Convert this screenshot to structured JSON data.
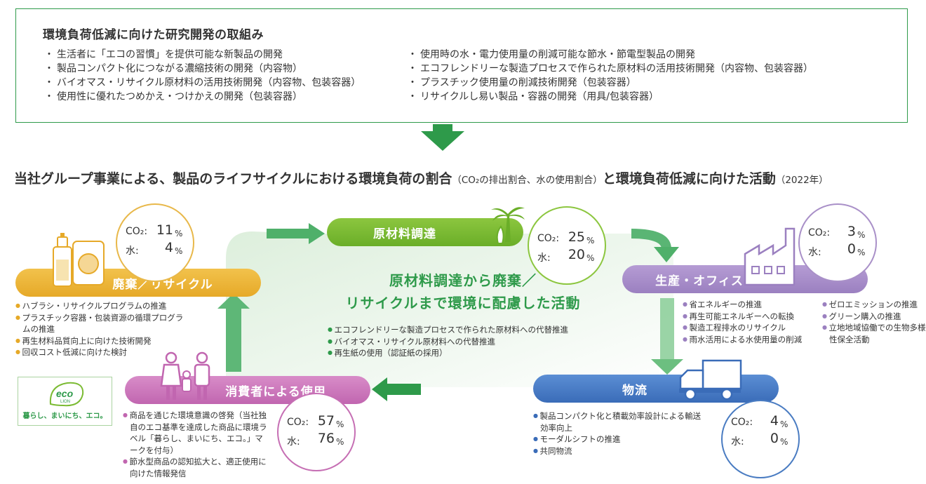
{
  "top_box": {
    "title": "環境負荷低減に向けた研究開発の取組み",
    "left_items": [
      "生活者に「エコの習慣」を提供可能な新製品の開発",
      "製品コンパクト化につながる濃縮技術の開発（内容物）",
      "バイオマス・リサイクル原材料の活用技術開発（内容物、包装容器）",
      "使用性に優れたつめかえ・つけかえの開発（包装容器）"
    ],
    "right_items": [
      "使用時の水・電力使用量の削減可能な節水・節電型製品の開発",
      "エコフレンドリーな製造プロセスで作られた原材料の活用技術開発（内容物、包装容器）",
      "プラスチック使用量の削減技術開発（包装容器）",
      "リサイクルし易い製品・容器の開発（用具/包装容器）"
    ]
  },
  "headline": {
    "main": "当社グループ事業による、製品のライフサイクルにおける環境負荷の割合",
    "sub": "（CO₂の排出割合、水の使用割合）",
    "main2": "と環境負荷低減に向けた活動",
    "year": "（2022年）"
  },
  "labels": {
    "co2": "CO₂:",
    "water": "水:",
    "pct": "%"
  },
  "stages": {
    "raw": {
      "name": "原材料調達",
      "co2": "25",
      "water": "20"
    },
    "production": {
      "name": "生産・オフィス",
      "co2": "3",
      "water": "0",
      "items1": [
        "省エネルギーの推進",
        "再生可能エネルギーへの転換",
        "製造工程排水のリサイクル",
        "雨水活用による水使用量の削減"
      ],
      "items2": [
        "ゼロエミッションの推進",
        "グリーン購入の推進",
        "立地地域協働での生物多様性保全活動"
      ]
    },
    "logistics": {
      "name": "物流",
      "co2": "4",
      "water": "0",
      "items": [
        "製品コンパクト化と積載効率設計による輸送効率向上",
        "モーダルシフトの推進",
        "共同物流"
      ]
    },
    "consumer": {
      "name": "消費者による使用",
      "co2": "57",
      "water": "76",
      "items": [
        "商品を通じた環境意識の啓発（当社独自のエコ基準を達成した商品に環境ラベル「暮らし、まいにち、エコ。」マークを付与）",
        "節水型商品の認知拡大と、適正使用に向けた情報発信"
      ]
    },
    "disposal": {
      "name": "廃棄／リサイクル",
      "co2": "11",
      "water": "4",
      "items": [
        "ハブラシ・リサイクルプログラムの推進",
        "プラスチック容器・包装資源の循環プログラムの推進",
        "再生材料品質向上に向けた技術開発",
        "回収コスト低減に向けた検討"
      ]
    }
  },
  "center": {
    "title_line1": "原材料調達から廃棄／",
    "title_line2": "リサイクルまで環境に配慮した活動",
    "items": [
      "エコフレンドリーな製造プロセスで作られた原材料への代替推進",
      "バイオマス・リサイクル原材料への代替推進",
      "再生紙の使用（認証紙の採用）"
    ]
  },
  "eco_badge": {
    "logo_top": "eco",
    "logo_bottom": "LION",
    "tagline": "暮らし、まいにち、エコ。"
  },
  "colors": {
    "green": "#2e9a4a",
    "raw": "#7bbb33",
    "production": "#a58dcb",
    "logistics": "#4a7cc2",
    "consumer": "#cb78bb",
    "disposal": "#eab43a"
  }
}
